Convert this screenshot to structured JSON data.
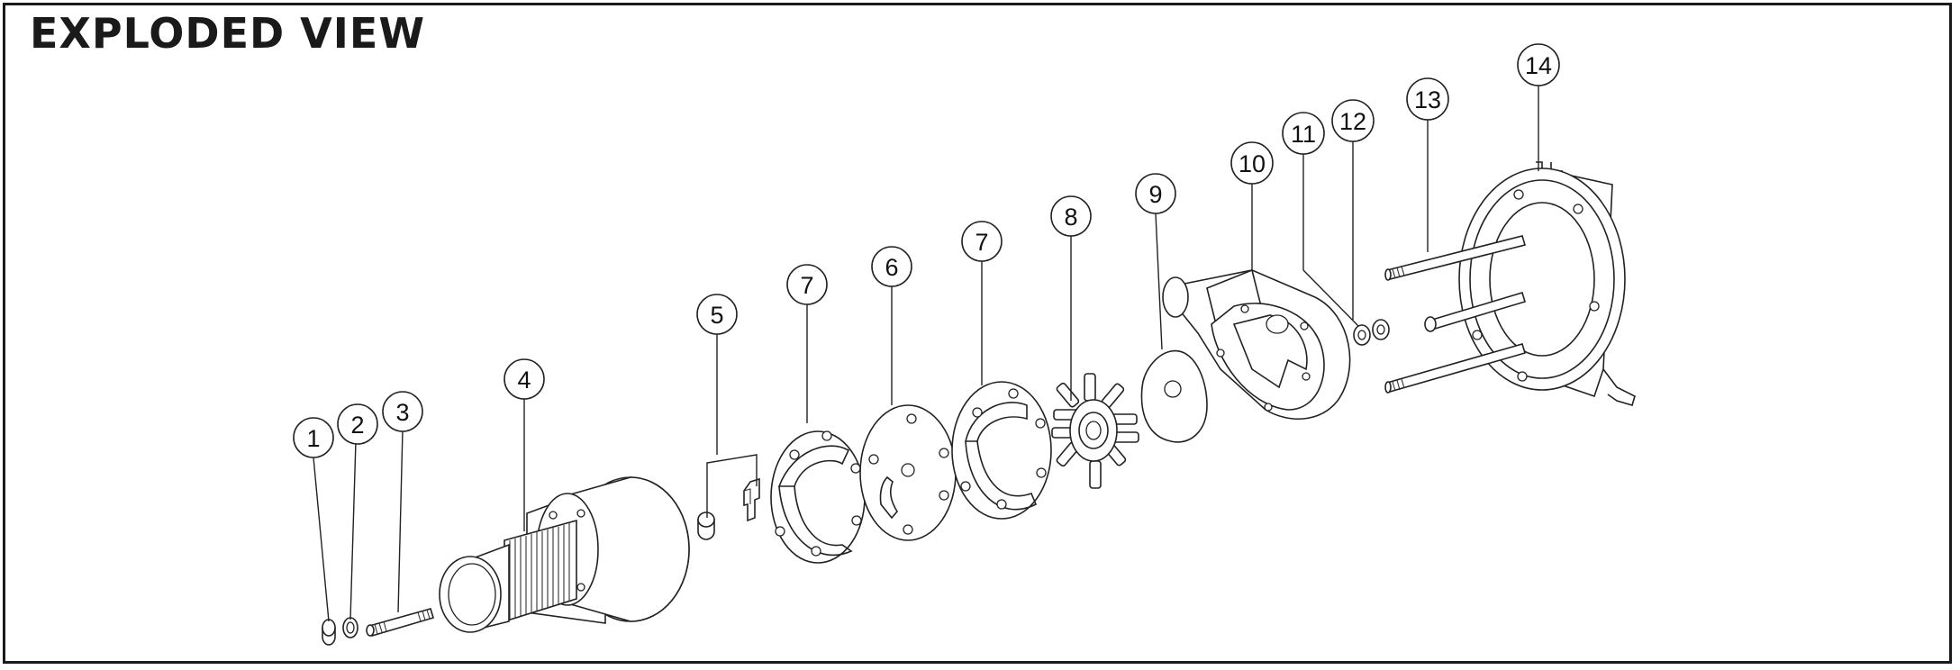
{
  "title": "EXPLODED VIEW",
  "callouts": [
    "1",
    "2",
    "3",
    "4",
    "5",
    "7",
    "6",
    "7",
    "8",
    "9",
    "10",
    "11",
    "12",
    "13",
    "14"
  ]
}
